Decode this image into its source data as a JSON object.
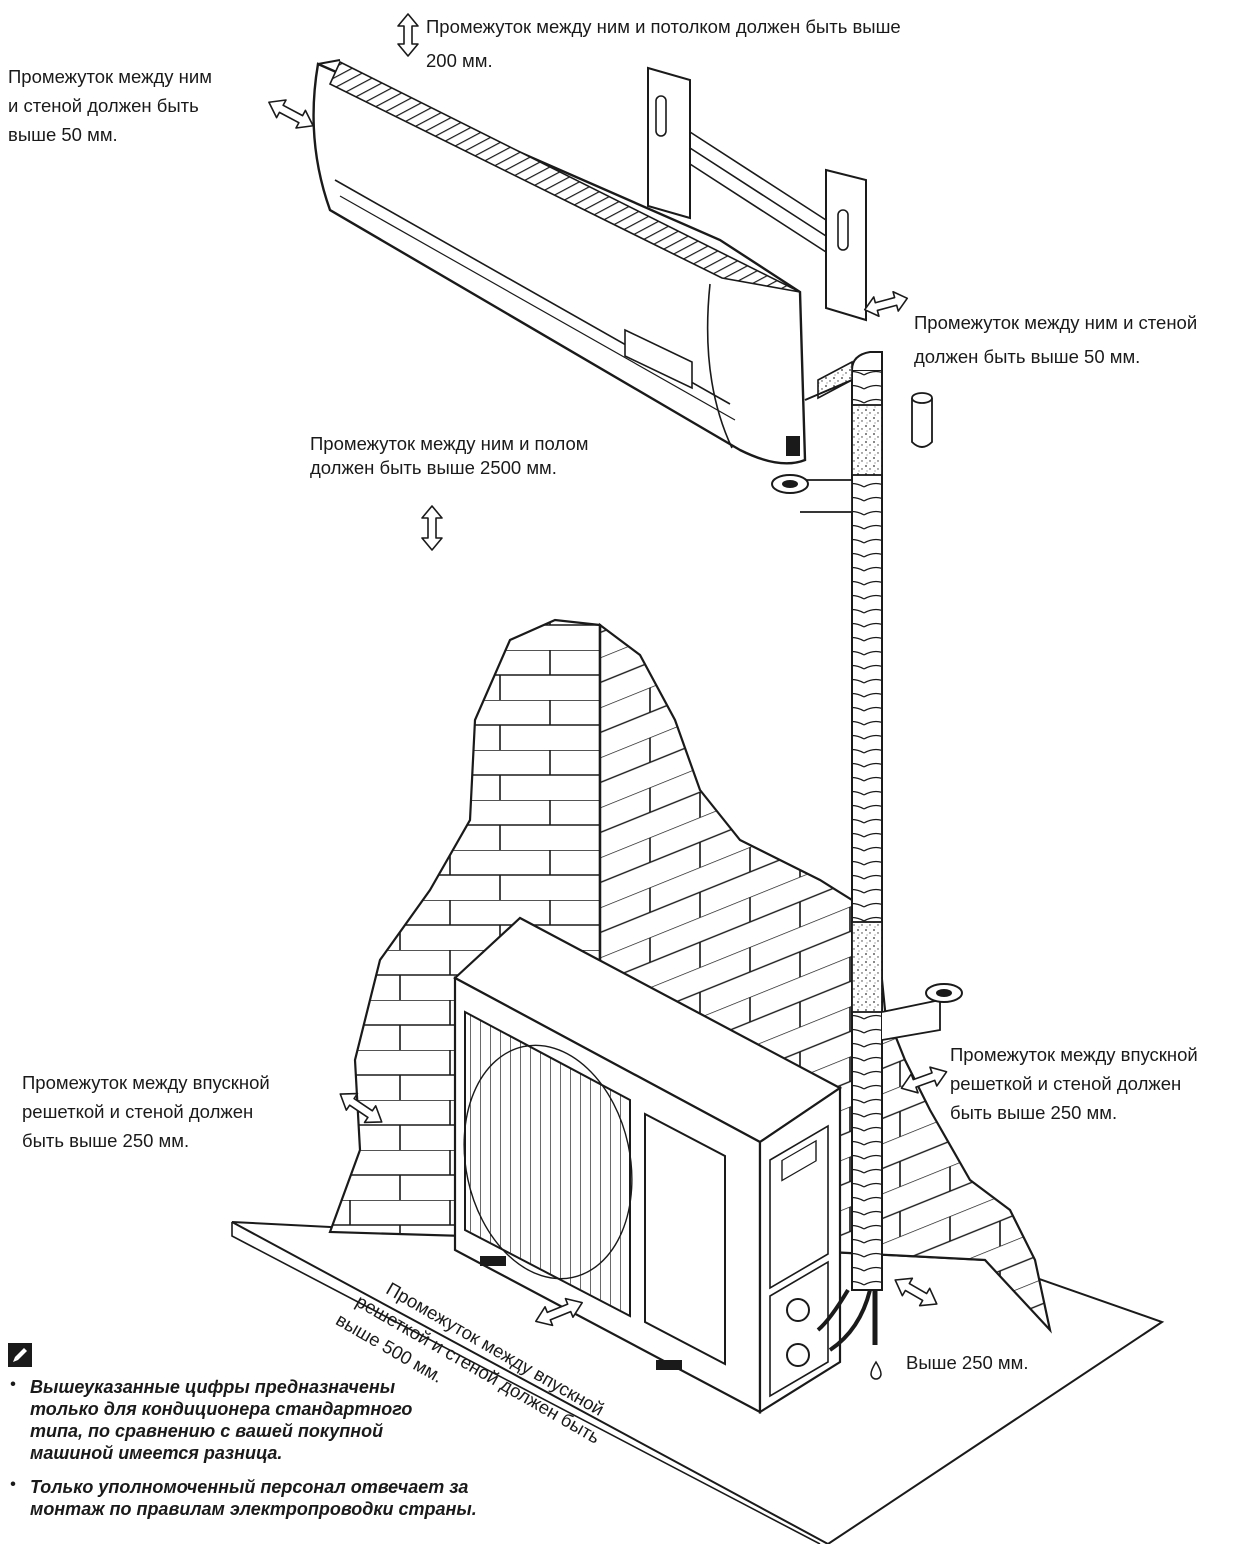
{
  "labels": {
    "ceiling": {
      "lines": [
        "Промежуток между ним и потолком должен быть выше",
        "200 мм."
      ]
    },
    "left_wall": {
      "lines": [
        "Промежуток между ним",
        "и стеной должен быть",
        "выше 50 мм."
      ]
    },
    "right_wall": {
      "lines": [
        "Промежуток между ним и стеной",
        "должен быть выше 50 мм."
      ]
    },
    "floor": {
      "lines": [
        "Промежуток между ним и полом",
        "должен быть выше 2500 мм."
      ]
    },
    "outdoor_left": {
      "lines": [
        "Промежуток между впускной",
        "решеткой и стеной должен",
        "быть выше 250 мм."
      ]
    },
    "outdoor_right": {
      "lines": [
        "Промежуток между впускной",
        "решеткой и стеной должен",
        "быть выше 250 мм."
      ]
    },
    "outdoor_front": {
      "lines": [
        "Промежуток между впускной",
        "решеткой и стеной должен быть",
        "выше 500 мм."
      ]
    },
    "outdoor_side": {
      "lines": [
        "Выше 250 мм."
      ]
    }
  },
  "notes": [
    {
      "lines": [
        "Вышеуказанные цифры предназначены",
        "только для кондиционера стандартного",
        "типа, по сравнению с вашей покупной",
        "машиной имеется разница."
      ]
    },
    {
      "lines": [
        "Только уполномоченный персонал отвечает за",
        "монтаж по правилам электропроводки страны."
      ]
    }
  ],
  "icons": {
    "note": "pencil-note-icon",
    "bullet": "•"
  },
  "colors": {
    "line": "#1a1a1a",
    "paper": "#ffffff",
    "insulation": "#e8e8e8"
  }
}
